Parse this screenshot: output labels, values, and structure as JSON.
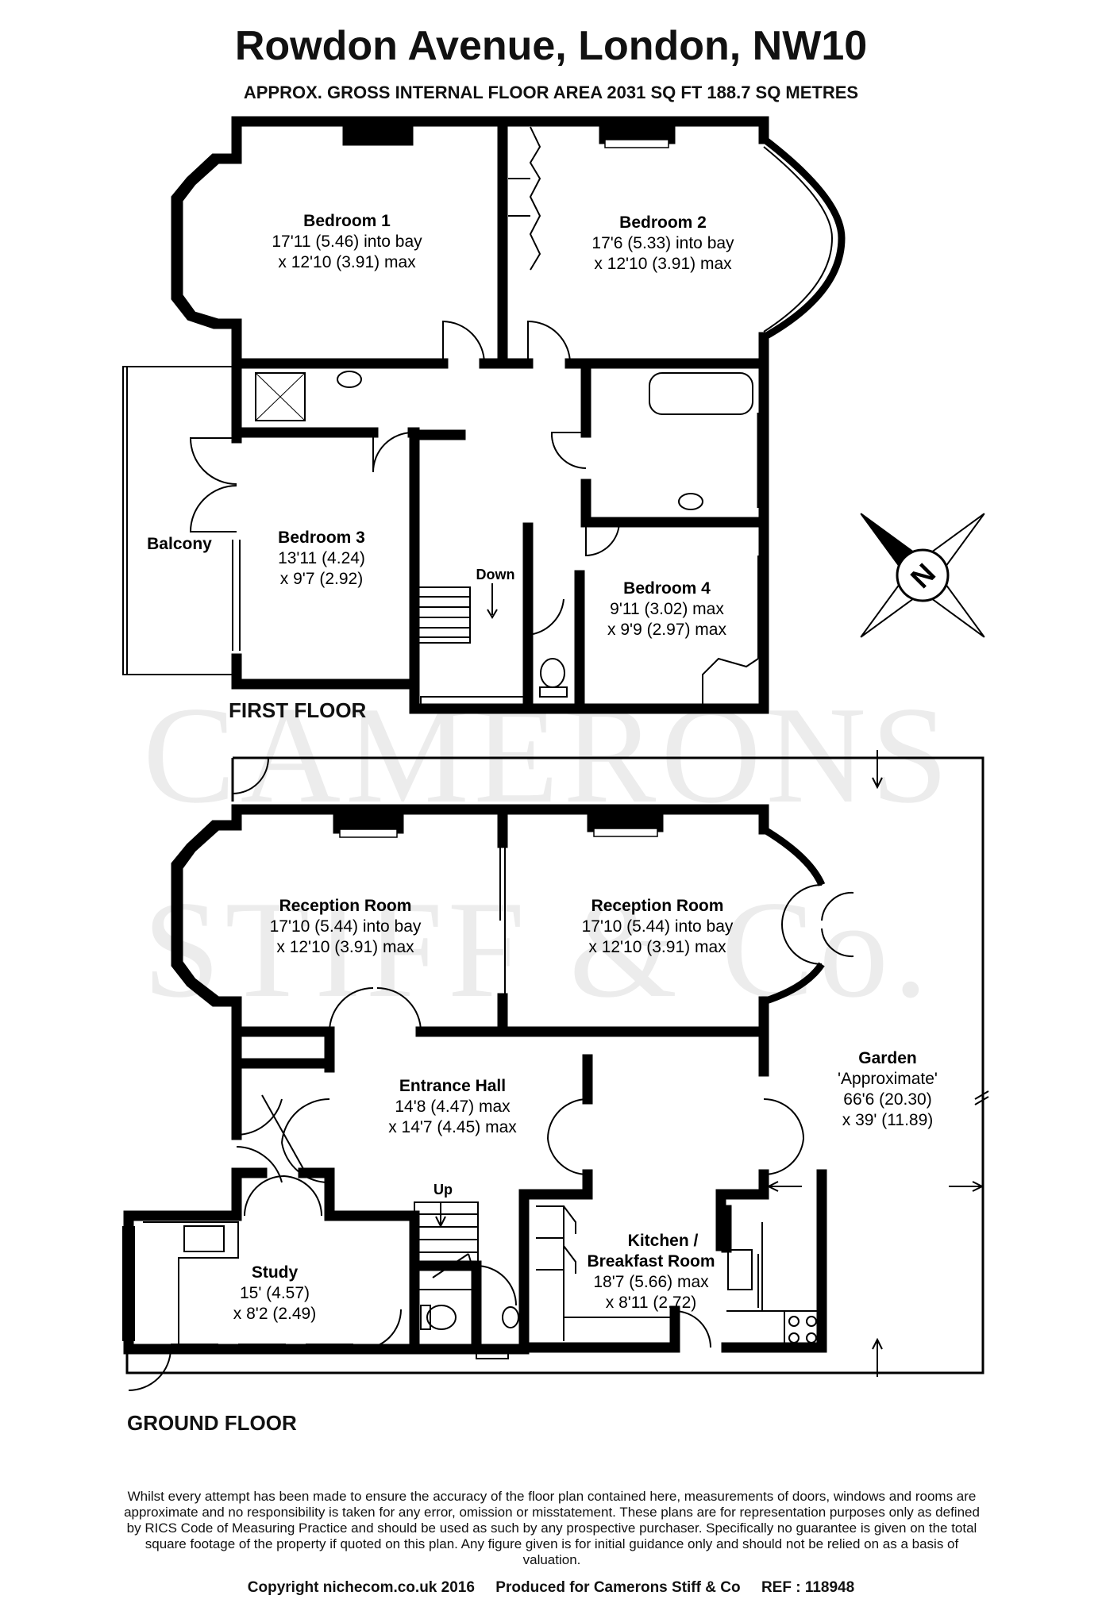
{
  "header": {
    "title": "Rowdon Avenue, London, NW10",
    "subtitle": "APPROX. GROSS INTERNAL FLOOR AREA 2031 SQ FT 188.7 SQ METRES"
  },
  "watermark": {
    "line1": "CAMERONS",
    "line2": "STIFF & Co."
  },
  "first_floor": {
    "label": "FIRST FLOOR",
    "bedroom1": {
      "name": "Bedroom 1",
      "dim1": "17'11 (5.46) into bay",
      "dim2": "x 12'10 (3.91) max"
    },
    "bedroom2": {
      "name": "Bedroom 2",
      "dim1": "17'6 (5.33) into bay",
      "dim2": "x 12'10 (3.91) max"
    },
    "bedroom3": {
      "name": "Bedroom 3",
      "dim1": "13'11 (4.24)",
      "dim2": "x 9'7 (2.92)"
    },
    "bedroom4": {
      "name": "Bedroom 4",
      "dim1": "9'11 (3.02) max",
      "dim2": "x 9'9 (2.97) max"
    },
    "balcony": "Balcony",
    "stairs": "Down"
  },
  "ground_floor": {
    "label": "GROUND FLOOR",
    "reception1": {
      "name": "Reception Room",
      "dim1": "17'10 (5.44) into bay",
      "dim2": "x 12'10 (3.91) max"
    },
    "reception2": {
      "name": "Reception Room",
      "dim1": "17'10 (5.44) into bay",
      "dim2": "x 12'10 (3.91) max"
    },
    "hall": {
      "name": "Entrance Hall",
      "dim1": "14'8 (4.47) max",
      "dim2": "x 14'7 (4.45) max"
    },
    "study": {
      "name": "Study",
      "dim1": "15' (4.57)",
      "dim2": "x 8'2 (2.49)"
    },
    "kitchen": {
      "name1": "Kitchen /",
      "name2": "Breakfast Room",
      "dim1": "18'7 (5.66) max",
      "dim2": "x 8'11 (2.72)"
    },
    "garden": {
      "name": "Garden",
      "note": "'Approximate'",
      "dim1": "66'6 (20.30)",
      "dim2": "x 39' (11.89)"
    },
    "stairs": "Up"
  },
  "compass": {
    "letter": "N"
  },
  "footer": {
    "disclaimer": "Whilst every attempt has been made to ensure the accuracy of the floor plan contained here, measurements of doors, windows and rooms are approximate and no responsibility is taken for any error, omission or misstatement. These plans are for representation purposes only as defined by RICS Code of Measuring Practice and should be used as such by any prospective purchaser. Specifically no guarantee is given on the total square footage of the property if quoted on this plan. Any figure given is for initial guidance only and should not be relied on as a basis of valuation.",
    "copyright": "Copyright nichecom.co.uk 2016     Produced for Camerons Stiff & Co     REF : 118948"
  }
}
